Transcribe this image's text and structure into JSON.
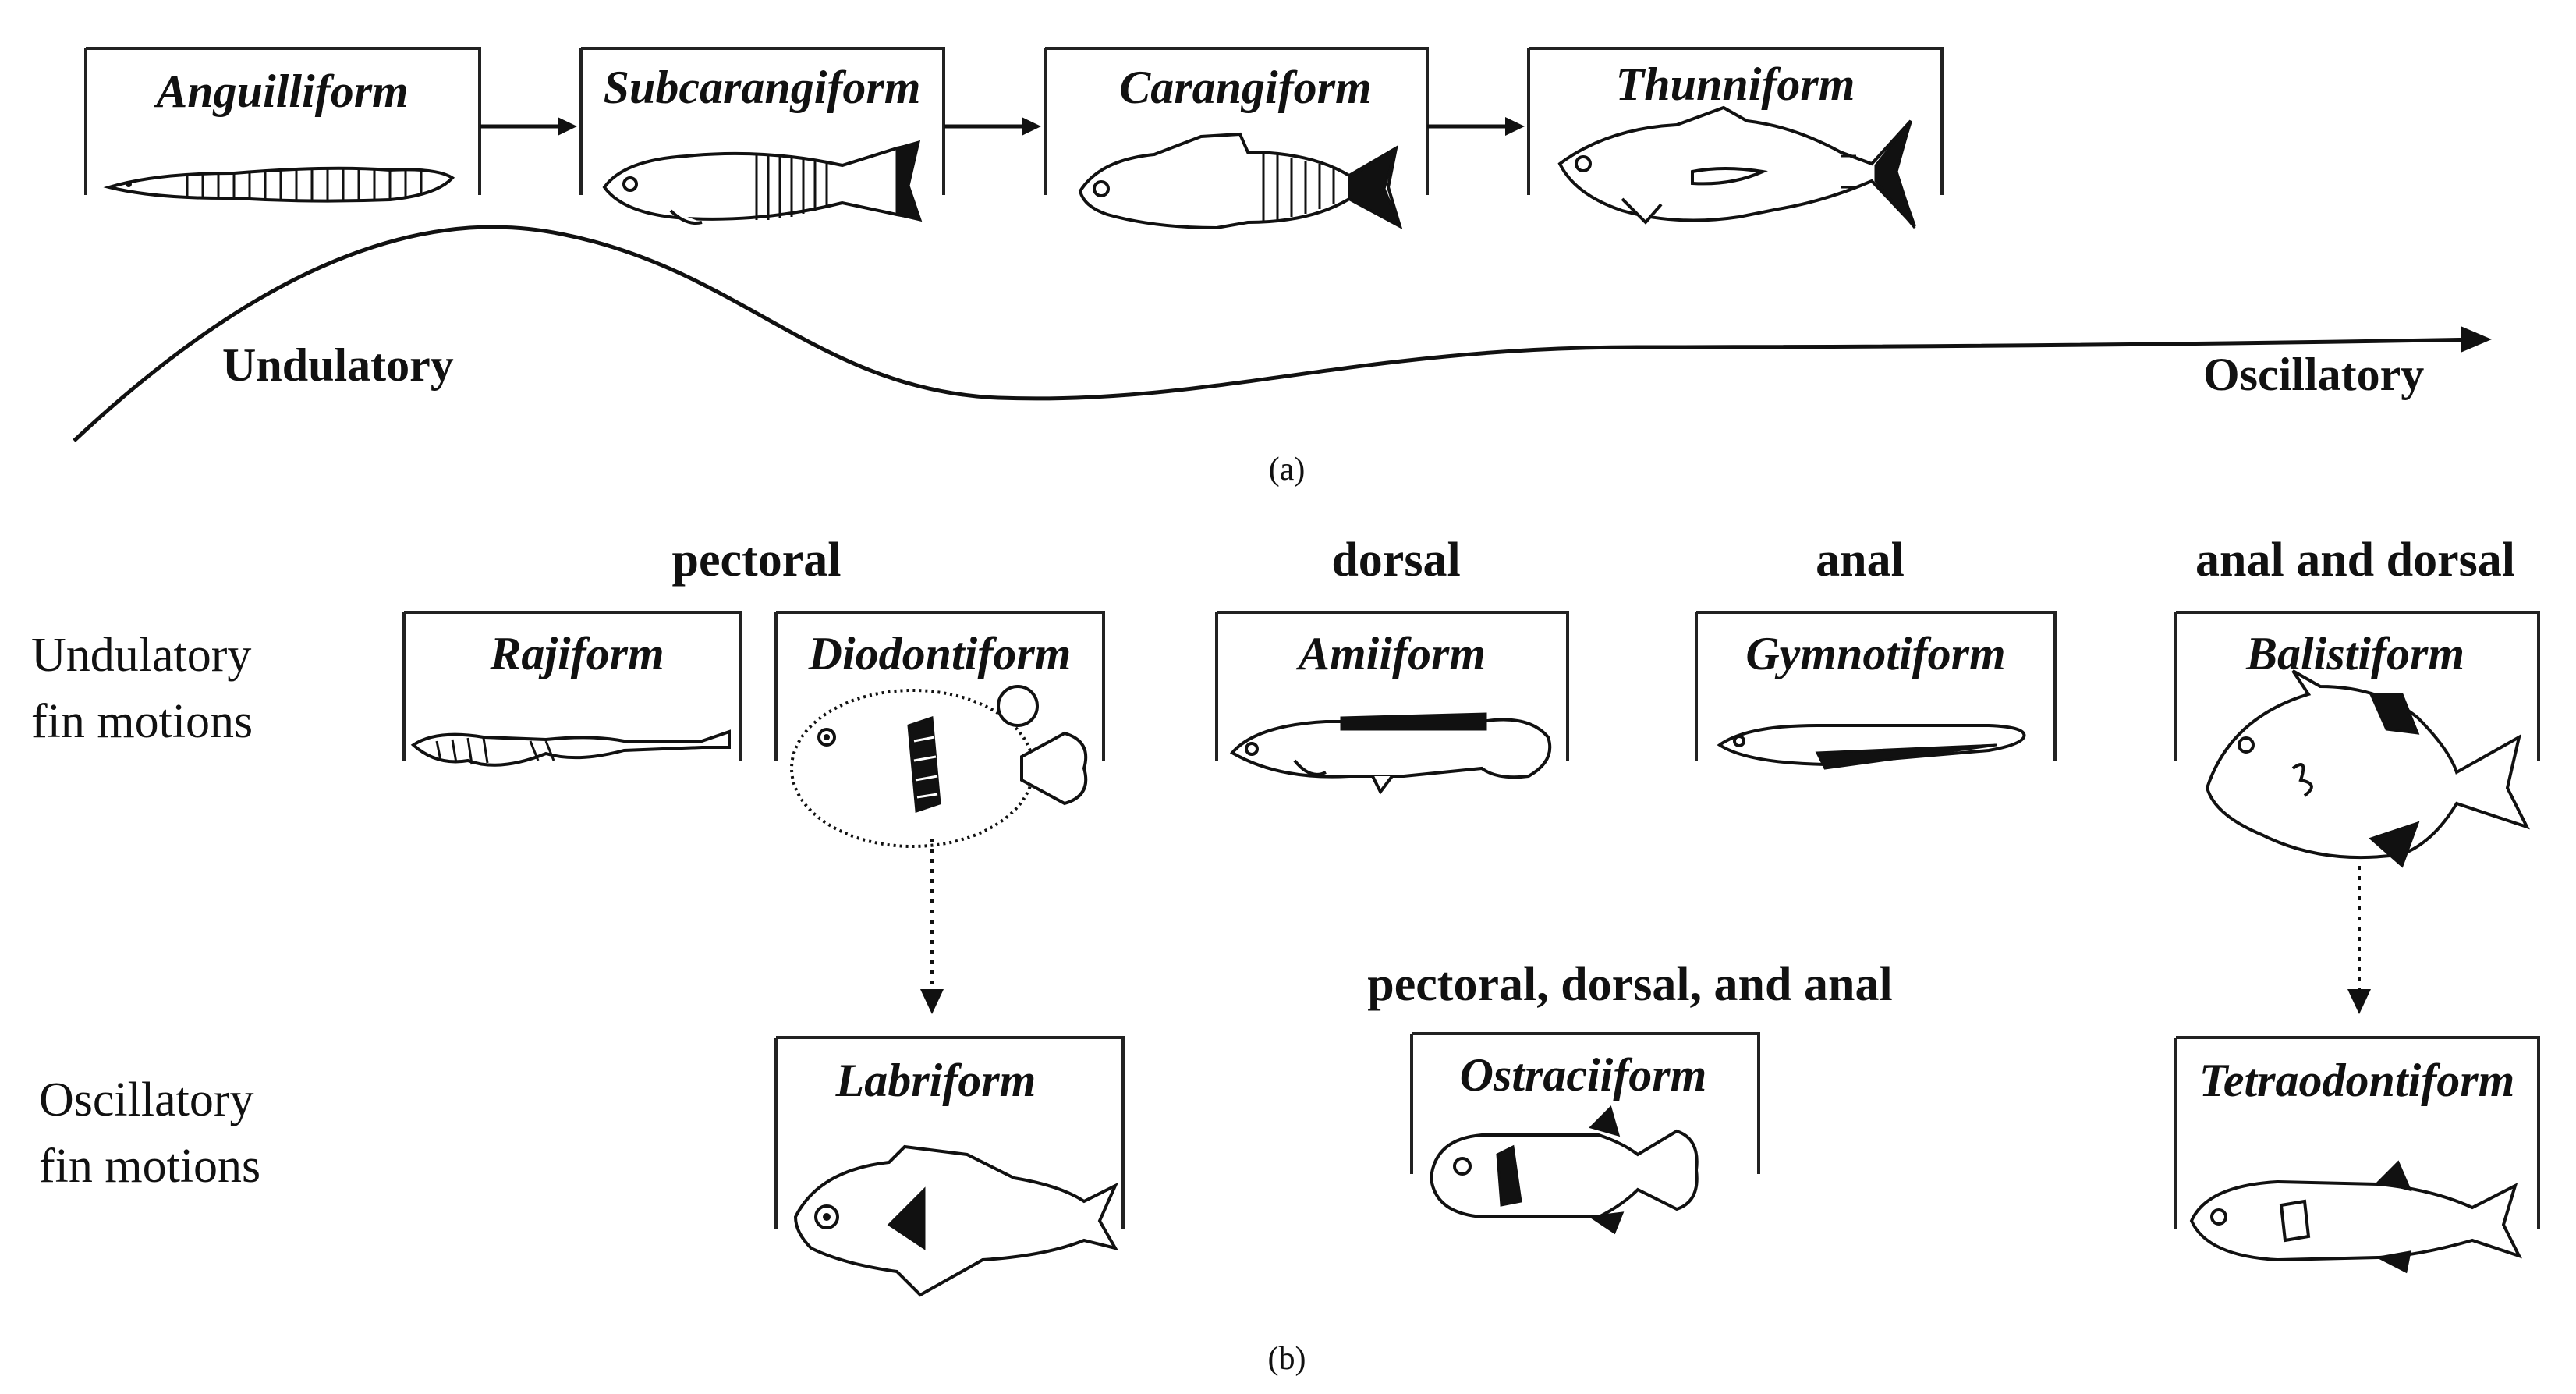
{
  "part_a": {
    "modes": [
      {
        "name": "Anguilliform"
      },
      {
        "name": "Subcarangiform"
      },
      {
        "name": "Carangiform"
      },
      {
        "name": "Thunniform"
      }
    ],
    "wave_left_label": "Undulatory",
    "wave_right_label": "Oscillatory",
    "caption": "(a)"
  },
  "part_b": {
    "columns": {
      "pectoral": "pectoral",
      "dorsal": "dorsal",
      "anal": "anal",
      "anal_dorsal": "anal and dorsal",
      "all": "pectoral, dorsal, and anal"
    },
    "rows": {
      "undulatory_line1": "Undulatory",
      "undulatory_line2": "fin motions",
      "oscillatory_line1": "Oscillatory",
      "oscillatory_line2": "fin motions"
    },
    "undulatory_modes": [
      {
        "name": "Rajiform"
      },
      {
        "name": "Diodontiform"
      },
      {
        "name": "Amiiform"
      },
      {
        "name": "Gymnotiform"
      },
      {
        "name": "Balistiform"
      }
    ],
    "oscillatory_modes": [
      {
        "name": "Labriform"
      },
      {
        "name": "Ostraciiform"
      },
      {
        "name": "Tetraodontiform"
      }
    ],
    "caption": "(b)"
  }
}
